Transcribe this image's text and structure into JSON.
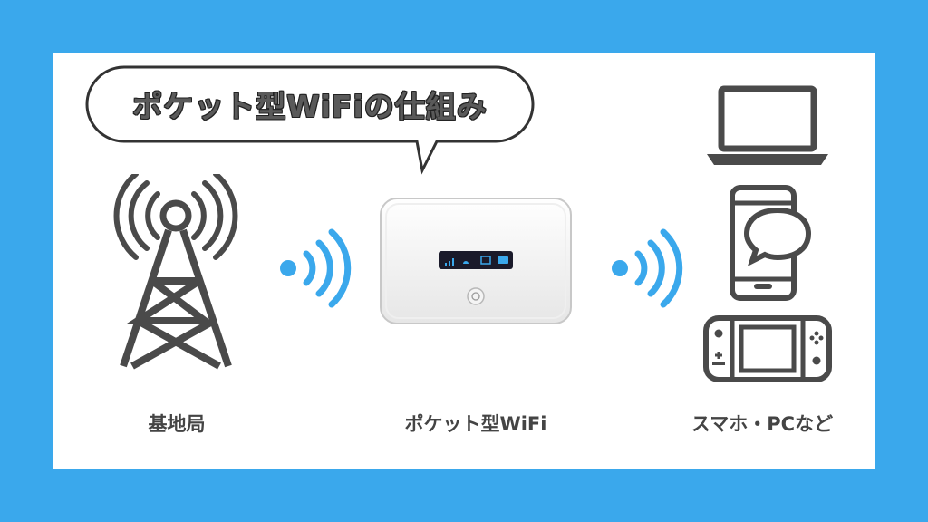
{
  "title": "ポケット型WiFiの仕組み",
  "nodes": {
    "station": {
      "label": "基地局",
      "icon": "cell-tower-icon"
    },
    "router": {
      "label": "ポケット型WiFi",
      "icon": "pocket-wifi-device"
    },
    "devices": {
      "label": "スマホ・PCなど",
      "icons": [
        "laptop-icon",
        "smartphone-chat-icon",
        "game-console-icon"
      ]
    }
  },
  "colors": {
    "background": "#3aa8ec",
    "card": "#ffffff",
    "signal": "#3aa8ec",
    "icon": "#4a4a4a"
  }
}
